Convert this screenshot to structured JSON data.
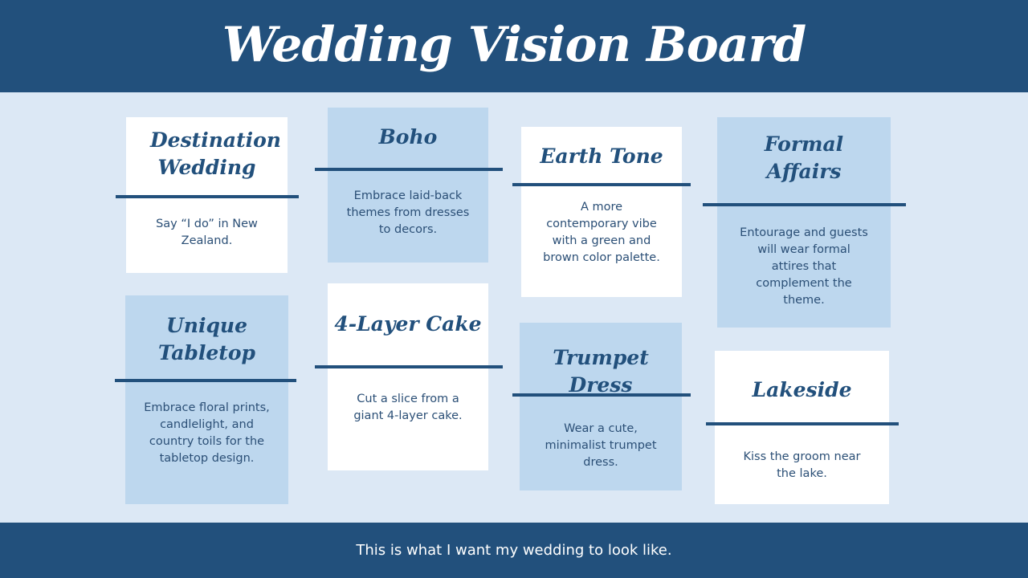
{
  "header": {
    "title": "Wedding Vision Board"
  },
  "footer": {
    "caption": "This is what I want my wedding to look like."
  },
  "colors": {
    "primary": "#22507c",
    "background": "#dce8f5",
    "card_blue": "#bdd7ee",
    "card_white": "#ffffff"
  },
  "cards": [
    {
      "title": "Destination Wedding",
      "description": "Say “I do” in New Zealand."
    },
    {
      "title": "Boho",
      "description": "Embrace laid-back themes from dresses to decors."
    },
    {
      "title": "Earth Tone",
      "description": "A more contemporary vibe with a green and brown color palette."
    },
    {
      "title": "Formal Affairs",
      "description": "Entourage and guests will wear formal attires that complement the theme."
    },
    {
      "title": "Unique Tabletop",
      "description": "Embrace floral prints, candlelight, and country toils for the tabletop design."
    },
    {
      "title": "4-Layer Cake",
      "description": "Cut a slice from a giant 4-layer cake."
    },
    {
      "title": "Trumpet Dress",
      "description": "Wear a cute, minimalist trumpet dress."
    },
    {
      "title": "Lakeside",
      "description": "Kiss the groom near the lake."
    }
  ]
}
